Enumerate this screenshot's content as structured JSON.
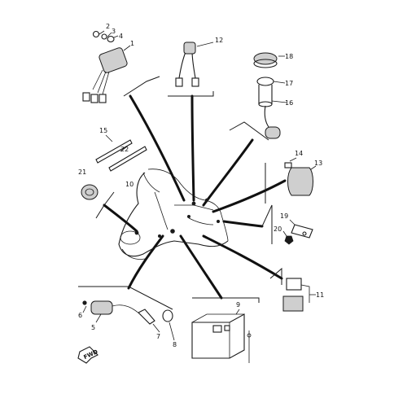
{
  "diagram": {
    "callouts": {
      "c1": "1",
      "c2": "2",
      "c3": "3",
      "c4": "4",
      "c5": "5",
      "c6": "6",
      "c7": "7",
      "c8": "8",
      "c9": "9",
      "c10": "10",
      "c11": "11",
      "c12": "12",
      "c13": "13",
      "c14": "14",
      "c15": "15",
      "c16": "16",
      "c17": "17",
      "c18": "18",
      "c19": "19",
      "c20": "20",
      "c21": "21",
      "c22": "22"
    },
    "direction_arrow": "FWD"
  }
}
